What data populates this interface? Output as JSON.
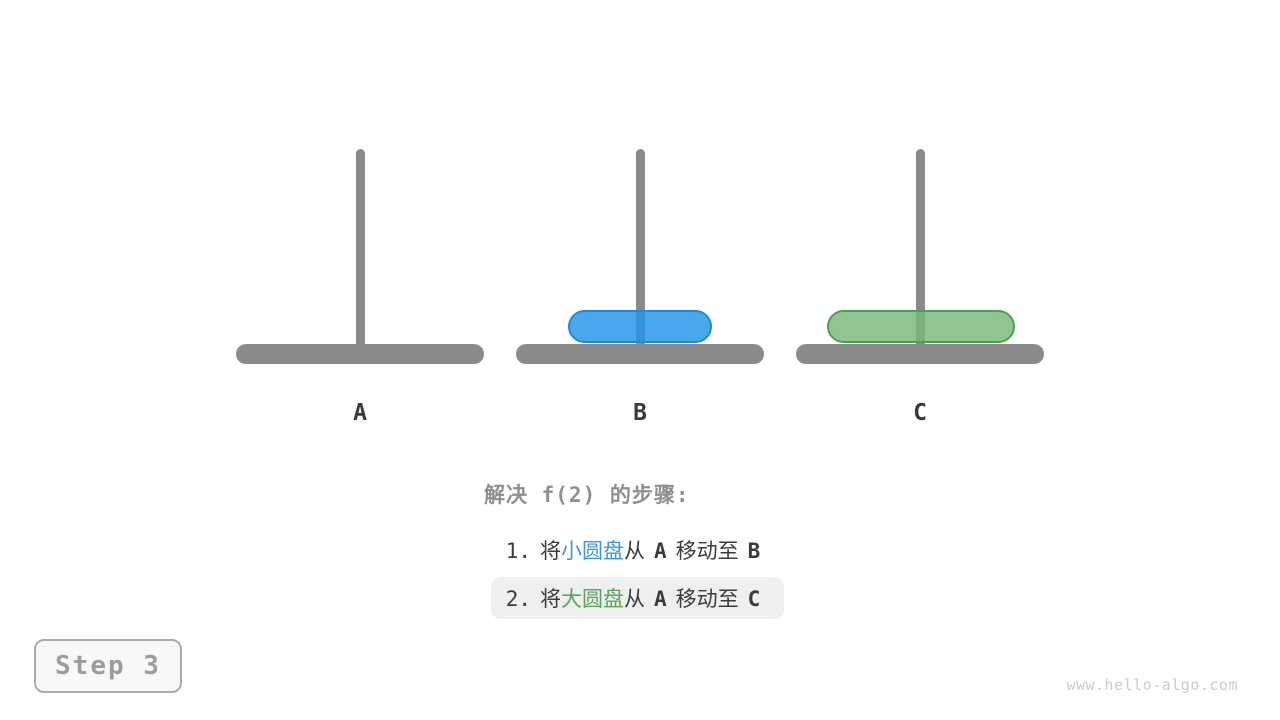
{
  "figure": {
    "step_badge": "Step 3",
    "watermark": "www.hello-algo.com"
  },
  "colors": {
    "page_bg": "#ffffff",
    "rod": "#8a8a8a",
    "base": "#8a8a8a",
    "small_disk_fill": "rgba(30,150,232,0.82)",
    "small_disk_border": "#2288d8",
    "large_disk_fill": "rgba(120,184,121,0.82)",
    "large_disk_border": "#4f9e53",
    "title_text": "#8f8f8f",
    "step_text": "#3b3b3b",
    "small_disk_text": "#3b97dc",
    "large_disk_text": "#58a45a",
    "highlight_bg": "#efefef",
    "label_text": "#3a3a3a",
    "badge_text": "#9c9c9c",
    "badge_border": "#ababab",
    "badge_bg": "#f8f8f8",
    "watermark_text": "#cbcbcb"
  },
  "towers": [
    {
      "label": "A",
      "disks": []
    },
    {
      "label": "B",
      "disks": [
        "small"
      ]
    },
    {
      "label": "C",
      "disks": [
        "large"
      ]
    }
  ],
  "steps_panel": {
    "title": "解决 f(2) 的步骤:",
    "steps": [
      {
        "number": "1.",
        "verb": "将",
        "disk": "小圆盘",
        "from_word": "从",
        "from": "A",
        "move_word": "移动至",
        "to": "B",
        "highlighted": false
      },
      {
        "number": "2.",
        "verb": "将",
        "disk": "大圆盘",
        "from_word": "从",
        "from": "A",
        "move_word": "移动至",
        "to": "C",
        "highlighted": true
      }
    ]
  }
}
